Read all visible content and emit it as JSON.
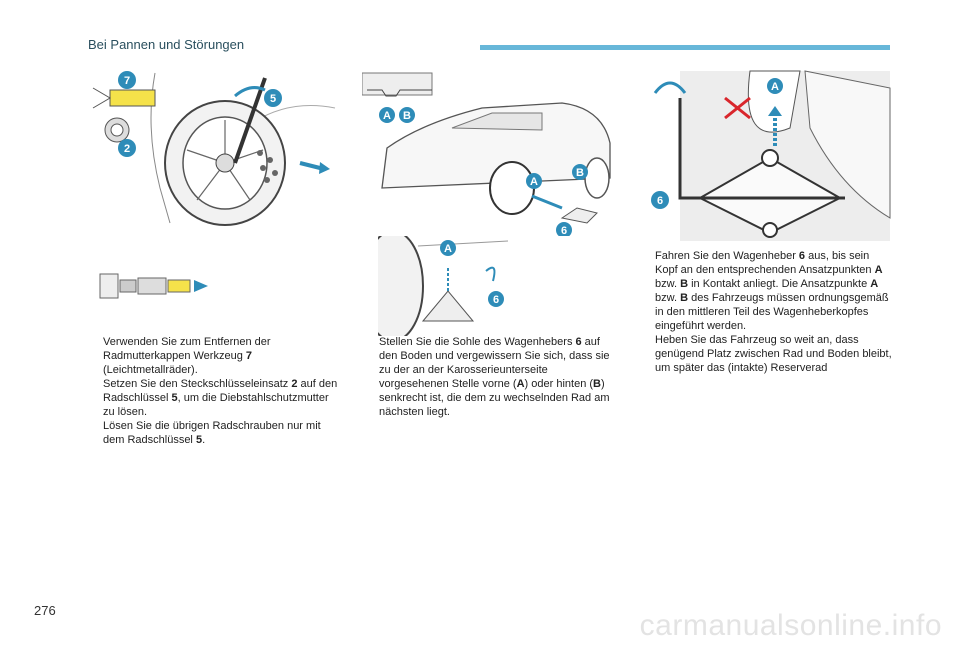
{
  "header": {
    "section_title": "Bei Pannen und Störungen"
  },
  "page": {
    "number": "276"
  },
  "footer": {
    "watermark": "carmanualsonline.info"
  },
  "figure_labels": {
    "seven": "7",
    "five": "5",
    "two": "2",
    "six": "6",
    "a": "A",
    "b": "B"
  },
  "col1": {
    "p1_pre": "Verwenden Sie zum Entfernen der Radmutterkappen Werkzeug ",
    "p1_bold": "7",
    "p1_post": " (Leichtmetallräder).",
    "p2_bold1": "2",
    "p2_pre": "Setzen Sie den Steckschlüsseleinsatz ",
    "p2_mid": " auf den Radschlüssel ",
    "p2_bold2": "5",
    "p2_post": ", um die Diebstahlschutzmutter zu lösen.",
    "p3_pre": "Lösen Sie die übrigen Radschrauben nur mit dem Radschlüssel ",
    "p3_bold": "5",
    "p3_post": "."
  },
  "col2": {
    "p1_pre": "Stellen Sie die Sohle des Wagenhebers ",
    "p1_bold": "6",
    "p1_mid1": " auf den Boden und vergewissern Sie sich, dass sie zu der an der Karosserieunterseite vorgesehenen Stelle vorne (",
    "p1_boldA": "A",
    "p1_mid2": ") oder hinten (",
    "p1_boldB": "B",
    "p1_post": ") senkrecht ist, die dem zu wechselnden Rad am nächsten liegt."
  },
  "col3": {
    "p1_pre": "Fahren Sie den Wagenheber ",
    "p1_bold": "6",
    "p1_mid1": " aus, bis sein Kopf an den entsprechenden Ansatzpunkten ",
    "p1_boldA": "A",
    "p1_mid2": " bzw. ",
    "p1_boldB": "B",
    "p1_mid3": " in Kontakt anliegt. Die Ansatzpunkte ",
    "p1_boldA2": "A",
    "p1_mid4": " bzw. ",
    "p1_boldB2": "B",
    "p1_post": " des Fahrzeugs müssen ordnungsgemäß in den mittleren Teil des Wagenheberkopfes eingeführt werden.",
    "p2": "Heben Sie das Fahrzeug so weit an, dass genügend Platz zwischen Rad und Boden bleibt, um später das (intakte) Reserverad"
  },
  "bullet_symbol": "",
  "colors": {
    "badge": "#2e8cb8",
    "accent_bar": "#67b7d9",
    "line_art": "#555555",
    "warning_red": "#d9262c",
    "arrow_blue": "#2e8cb8"
  }
}
